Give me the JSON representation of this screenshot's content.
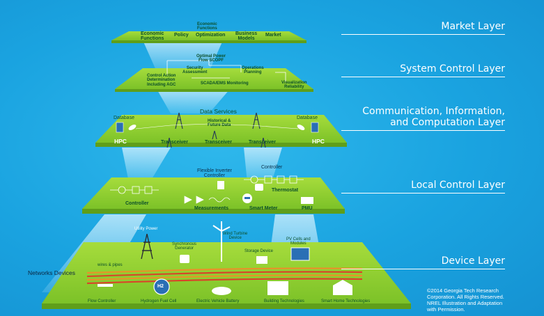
{
  "layers": {
    "market": "Market Layer",
    "system_control": "System Control Layer",
    "communication": "Communication, Information,\nand Computation Layer",
    "local_control": "Local Control Layer",
    "device": "Device Layer"
  },
  "market": {
    "economic_functions_top": "Economic\nFunctions",
    "economic_functions": "Economic\nFunctions",
    "policy": "Policy",
    "optimization": "Optimization",
    "business_models": "Business\nModels",
    "market": "Market"
  },
  "system_control": {
    "optimal_power_flow": "Optimal Power\nFlow SCOPF",
    "security_assessment": "Security\nAssessment",
    "operations_planning": "Operations\nPlanning",
    "control_action": "Control Action\nDetermination\nIncluding AGC",
    "scada": "SCADA/EMS Monitoring",
    "visualization": "Visualization\nReliability"
  },
  "communication": {
    "data_services": "Data Services",
    "historical": "Historical &\nFuture Data",
    "database_left": "Database",
    "database_right": "Database",
    "hpc_left": "HPC",
    "hpc_right": "HPC",
    "transceiver_1": "Transceiver",
    "transceiver_2": "Transceiver",
    "transceiver_3": "Transceiver"
  },
  "local_control": {
    "flexible_inverter": "Flexible Inverter\nController",
    "controller_top": "Controller",
    "thermostat": "Thermostat",
    "controller": "Controller",
    "measurements": "Measurements",
    "smart_meter": "Smart Meter",
    "pmu": "PMU"
  },
  "device": {
    "utility_power": "Utility Power",
    "synchronous_generator": "Synchronous\nGenerator",
    "wind_turbine": "Wind Turbine\nDevice",
    "storage_device": "Storage Device",
    "pv_cells": "PV Cells and\nModules",
    "wires_pipes": "wires & pipes",
    "networks_devices": "Networks Devices",
    "flow_controller": "Flow Controller",
    "hydrogen": "Hydrogen Fuel Cell",
    "ev_battery": "Electric Vehicle Battery",
    "building": "Building Technologies",
    "smart_home": "Smart Home Technologies",
    "h2": "H2"
  },
  "copyright": "©2014 Georgia Tech Research\nCorporation. All Rights Reserved.\nNREL Illustration and Adaptation\nwith Permission.",
  "colors": {
    "background": "#1aa3e0",
    "layer_green": "#8fcf2f",
    "layer_edge": "#5f9e1a",
    "beam": "#c9ecff",
    "wire_red": "#d9442a",
    "wire_orange": "#e8912a"
  }
}
